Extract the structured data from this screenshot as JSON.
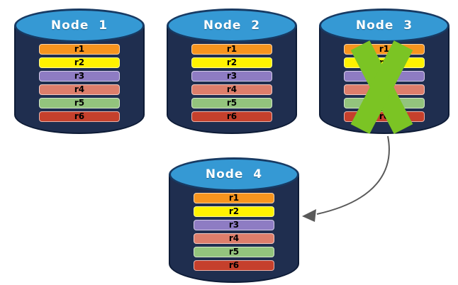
{
  "diagram": {
    "description": "Replicated database nodes; failed node replicated to new node",
    "background": "#FFFFFF"
  },
  "nodes": [
    {
      "id": "node-1",
      "label": "Node  1",
      "failed": false
    },
    {
      "id": "node-2",
      "label": "Node  2",
      "failed": false
    },
    {
      "id": "node-3",
      "label": "Node  3",
      "failed": true
    },
    {
      "id": "node-4",
      "label": "Node  4",
      "failed": false
    }
  ],
  "rows": [
    {
      "label": "r1",
      "color": "#F7941E"
    },
    {
      "label": "r2",
      "color": "#FFF200"
    },
    {
      "label": "r3",
      "color": "#8E7CC3"
    },
    {
      "label": "r4",
      "color": "#DD7E6B"
    },
    {
      "label": "r5",
      "color": "#93C47D"
    },
    {
      "label": "r6",
      "color": "#C5402C"
    }
  ],
  "icons": {
    "failure_cross": "x-mark-icon",
    "replication_arrow": "curved-arrow-icon"
  },
  "colors": {
    "cylinder_body": "#1F2E4F",
    "cylinder_border": "#0D1B36",
    "cylinder_top": "#3599D4",
    "cylinder_top_border": "#173A63",
    "node_title_text": "#FFFFFF",
    "bar_text": "#000000",
    "failure_cross": "#7BC424",
    "arrow": "#595959"
  }
}
